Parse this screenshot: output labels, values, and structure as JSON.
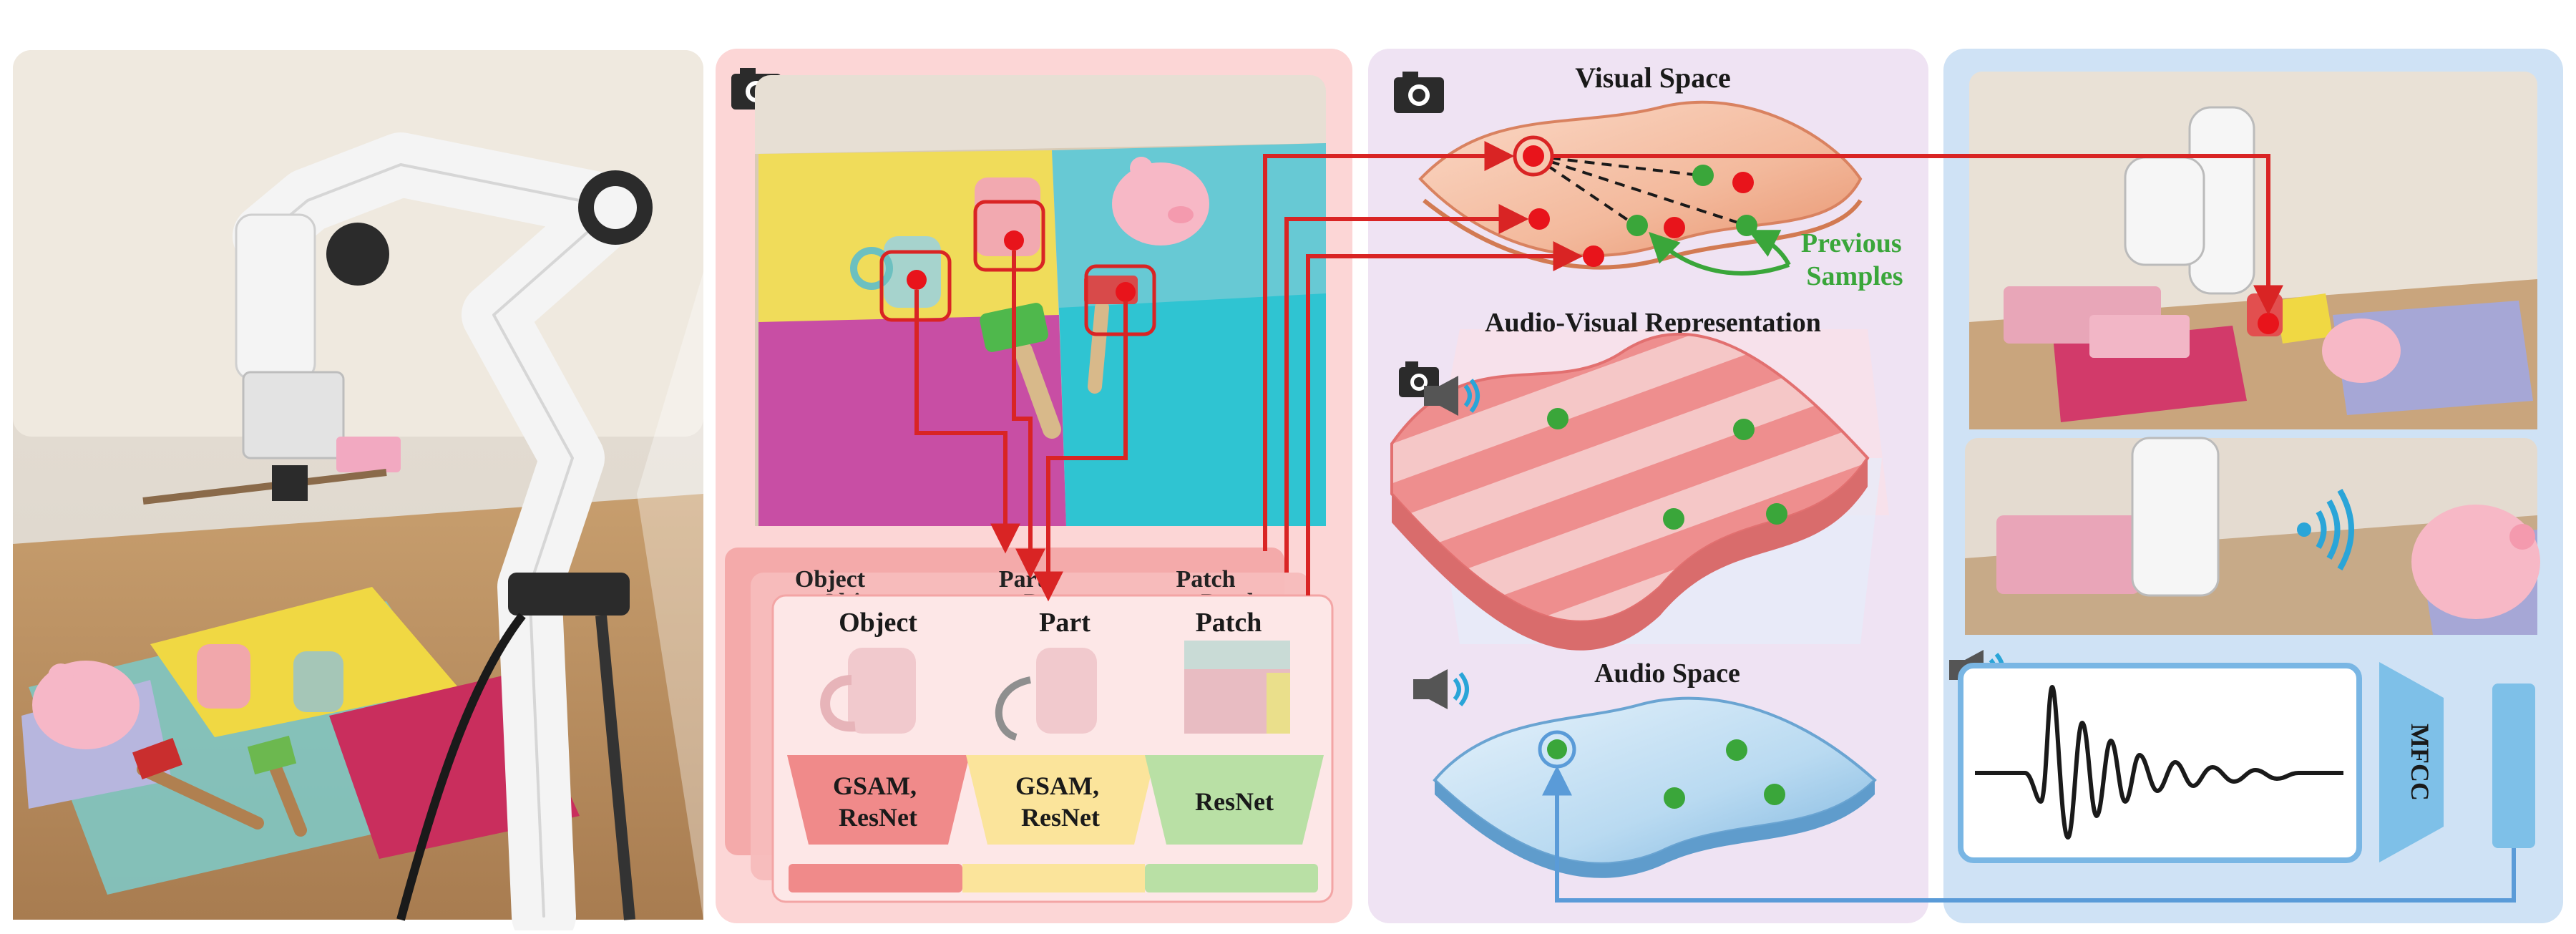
{
  "panels": {
    "features": {
      "tiers": {
        "object": "Object",
        "part": "Part",
        "patch": "Patch"
      },
      "encoders": {
        "object": "GSAM,\nResNet",
        "part": "GSAM,\nResNet",
        "patch": "ResNet"
      }
    },
    "representation": {
      "visual_space": "Visual Space",
      "audio_visual": "Audio-Visual Representation",
      "audio_space": "Audio Space",
      "previous_samples": "Previous\nSamples"
    },
    "audio": {
      "encoder_label": "MFCC"
    }
  },
  "icons": [
    "camera-icon",
    "speaker-icon",
    "sound-wave-icon"
  ],
  "colors": {
    "red_point": "#e8141b",
    "green_point": "#3aa63a",
    "arrow_red": "#d92424",
    "arrow_blue": "#5a9bd8",
    "panel_pink": "#fcd6d6",
    "panel_lavender": "#efe3f3",
    "panel_blue": "#cfe2f5",
    "encoder_red": "#f08a8a",
    "encoder_yellow": "#fbe49b",
    "encoder_green": "#b9e0a5"
  }
}
